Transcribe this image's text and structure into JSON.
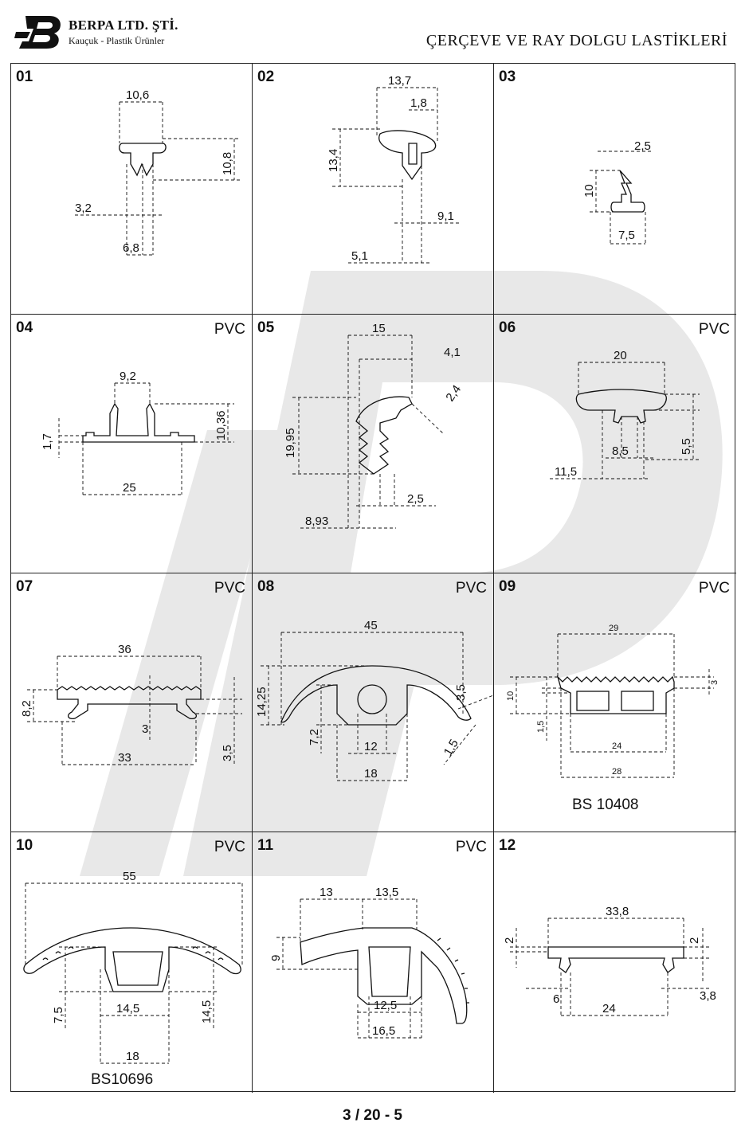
{
  "header": {
    "company": "BERPA LTD. ŞTİ.",
    "tagline": "Kauçuk - Plastik Ürünler",
    "title": "ÇERÇEVE VE RAY DOLGU LASTİKLERİ"
  },
  "footer": {
    "page": "3 / 20 - 5"
  },
  "colors": {
    "line": "#111111",
    "watermark": "#e6e6e6",
    "border": "#222222"
  },
  "cells": [
    {
      "num": "01",
      "material": "",
      "standard": "",
      "dims": [
        "10,6",
        "10,8",
        "3,2",
        "6,8"
      ]
    },
    {
      "num": "02",
      "material": "",
      "standard": "",
      "dims": [
        "13,7",
        "1,8",
        "13,4",
        "9,1",
        "5,1"
      ]
    },
    {
      "num": "03",
      "material": "",
      "standard": "",
      "dims": [
        "2,5",
        "10",
        "7,5"
      ]
    },
    {
      "num": "04",
      "material": "PVC",
      "standard": "",
      "dims": [
        "9,2",
        "10,36",
        "1,7",
        "25"
      ]
    },
    {
      "num": "05",
      "material": "",
      "standard": "",
      "dims": [
        "15",
        "4,1",
        "2,4",
        "19,95",
        "2,5",
        "8,93"
      ]
    },
    {
      "num": "06",
      "material": "PVC",
      "standard": "",
      "dims": [
        "20",
        "5,5",
        "8,5",
        "11,5"
      ]
    },
    {
      "num": "07",
      "material": "PVC",
      "standard": "",
      "dims": [
        "36",
        "8,2",
        "3",
        "3,5",
        "33"
      ]
    },
    {
      "num": "08",
      "material": "PVC",
      "standard": "",
      "dims": [
        "45",
        "3,5",
        "14,25",
        "7,2",
        "12",
        "1,5",
        "18"
      ]
    },
    {
      "num": "09",
      "material": "PVC",
      "standard": "BS 10408",
      "dims": [
        "29",
        "3",
        "10",
        "1,5",
        "24",
        "28"
      ]
    },
    {
      "num": "10",
      "material": "PVC",
      "standard": "BS10696",
      "dims": [
        "55",
        "7,5",
        "14,5",
        "14,5",
        "18"
      ]
    },
    {
      "num": "11",
      "material": "PVC",
      "standard": "",
      "dims": [
        "13",
        "13,5",
        "9",
        "12,5",
        "16,5"
      ]
    },
    {
      "num": "12",
      "material": "",
      "standard": "",
      "dims": [
        "33,8",
        "2",
        "2",
        "6",
        "3,8",
        "24"
      ]
    }
  ]
}
